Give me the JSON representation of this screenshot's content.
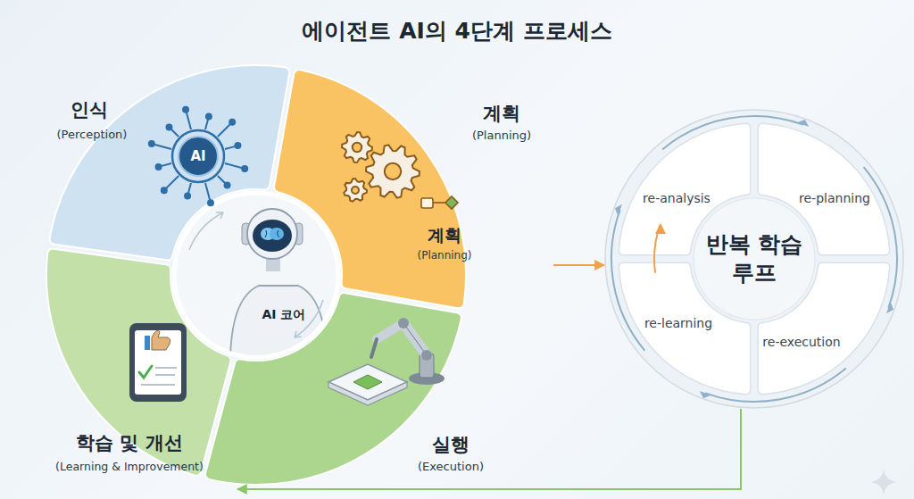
{
  "diagram": {
    "title": "에이전트 AI의 4단계 프로세스",
    "nodes": [
      {
        "text": [
          "인식",
          "(Perception)"
        ]
      },
      {
        "text": [
          "계획",
          "(Planning)",
          "계획",
          "(Planning)"
        ]
      },
      {
        "text": [
          "실행",
          "(Execution)"
        ]
      },
      {
        "text": [
          "학습 및 개선",
          "(Learning & Improvement)"
        ]
      },
      {
        "text": [
          "AI 코어"
        ]
      },
      {
        "text": [
          "반복 학습 루프"
        ]
      }
    ],
    "edges": [
      {
        "from": 1,
        "to": 5,
        "arrow": "to"
      },
      {
        "from": 5,
        "to": 3,
        "arrow": "to"
      }
    ],
    "labels": [
      "AI",
      "re-analysis",
      "re-planning",
      "re-execution",
      "re-learning"
    ]
  }
}
